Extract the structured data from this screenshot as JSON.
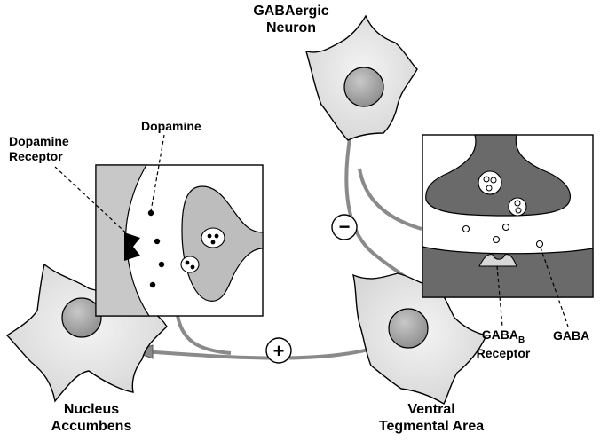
{
  "labels": {
    "gaba_neuron": [
      "GABAergic",
      "Neuron"
    ],
    "dopamine": "Dopamine",
    "dopamine_receptor": [
      "Dopamine",
      "Receptor"
    ],
    "nucleus_accumbens": [
      "Nucleus",
      "Accumbens"
    ],
    "vta": [
      "Ventral",
      "Tegmental Area"
    ],
    "gabab_receptor": {
      "base": "GABA",
      "sub": "B",
      "line2": "Receptor"
    },
    "gaba": "GABA"
  },
  "signs": {
    "excitatory": "+",
    "inhibitory": "−"
  },
  "colors": {
    "cell_fill": "#e6e6e6",
    "nucleus_fill": "#a6a6a6",
    "terminal_fill": "#bdbdbd",
    "dark_terminal": "#6a6a6a",
    "accumbens_membrane": "#c8c8c8",
    "axon": "#8a8a8a",
    "outline": "#000000"
  }
}
